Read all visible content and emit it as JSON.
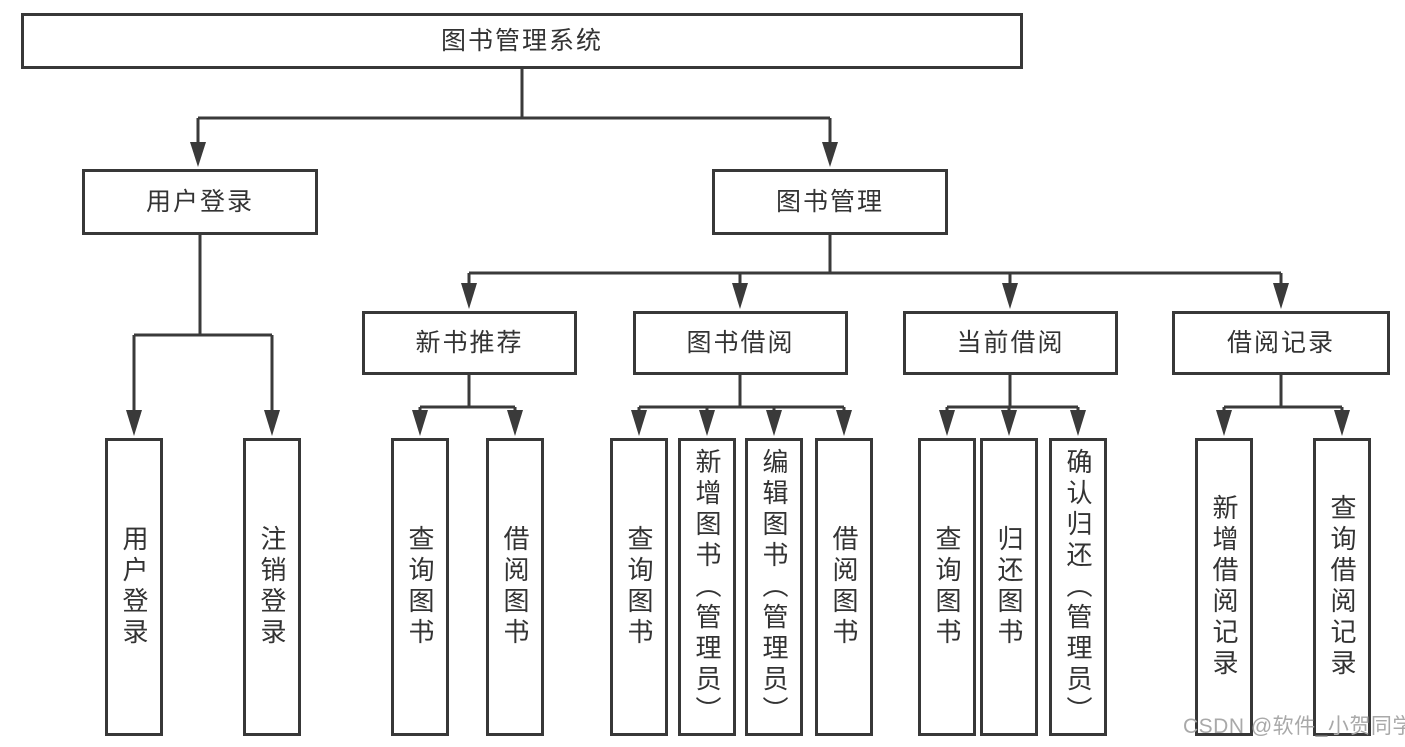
{
  "diagram_title": "图书管理系统",
  "watermark": "CSDN @软件_小贺同学",
  "colors": {
    "line": "#3a3a3a",
    "box_border": "#383838",
    "text": "#333333",
    "watermark": "#a9a9a9",
    "background": "#ffffff"
  },
  "nodes": {
    "root": {
      "label": "图书管理系统"
    },
    "user_login": {
      "label": "用户登录",
      "children": [
        {
          "label": "用户登录"
        },
        {
          "label": "注销登录"
        }
      ]
    },
    "book_mgmt": {
      "label": "图书管理"
    },
    "new_books": {
      "label": "新书推荐",
      "children": [
        {
          "label": "查询图书"
        },
        {
          "label": "借阅图书"
        }
      ]
    },
    "book_borrow": {
      "label": "图书借阅",
      "children": [
        {
          "label": "查询图书"
        },
        {
          "label": "新增图书（管理员）"
        },
        {
          "label": "编辑图书（管理员）"
        },
        {
          "label": "借阅图书"
        }
      ]
    },
    "current_borrow": {
      "label": "当前借阅",
      "children": [
        {
          "label": "查询图书"
        },
        {
          "label": "归还图书"
        },
        {
          "label": "确认归还（管理员）"
        }
      ]
    },
    "borrow_records": {
      "label": "借阅记录",
      "children": [
        {
          "label": "新增借阅记录"
        },
        {
          "label": "查询借阅记录"
        }
      ]
    }
  }
}
